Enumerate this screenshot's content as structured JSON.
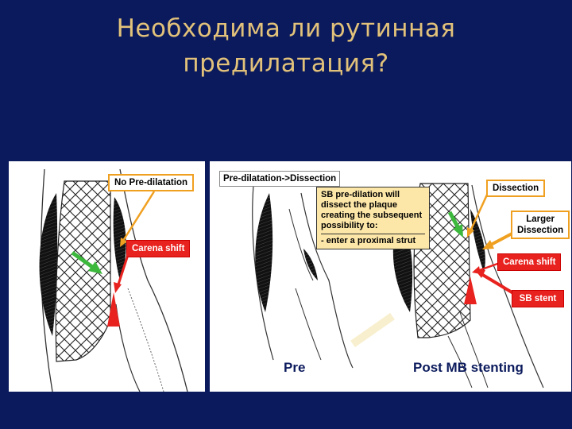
{
  "title": {
    "line1": "Необходима ли рутинная",
    "line2": "предилатация?"
  },
  "left_panel": {
    "label_no_predilatation": "No Pre-dilatation",
    "label_carena_shift": "Carena shift"
  },
  "right_panel": {
    "label_predilatation_dissection": "Pre-dilatation->Dissection",
    "note_lines": [
      "SB pre-dilation will",
      "dissect the plaque",
      "creating the subsequent",
      "possibility to:",
      "- enter a proximal strut"
    ],
    "label_dissection": "Dissection",
    "label_larger_dissection_1": "Larger",
    "label_larger_dissection_2": "Dissection",
    "label_carena_shift": "Carena shift",
    "label_sb_stent": "SB stent",
    "caption_pre": "Pre",
    "caption_post": "Post MB stenting"
  },
  "colors": {
    "background": "#0b1a5c",
    "title_text": "#e2c27a",
    "label_red": "#e8221e",
    "label_orange_border": "#f0a020",
    "note_yellow": "#fce6a8",
    "arrow_green": "#3cb83c",
    "arrow_orange": "#f0a020",
    "arrow_red": "#e8221e"
  }
}
